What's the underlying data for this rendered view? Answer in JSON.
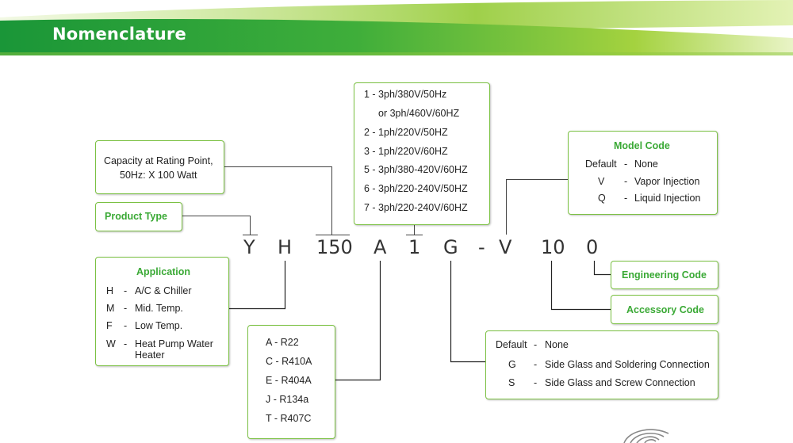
{
  "header": {
    "title": "Nomenclature"
  },
  "model_code_parts": [
    "Y",
    "H",
    "150",
    "A",
    "1",
    "G",
    "-",
    "V",
    "10",
    "0"
  ],
  "capacity": {
    "line1": "Capacity at Rating Point,",
    "line2": "50Hz: X 100 Watt"
  },
  "product_type": {
    "label": "Product Type"
  },
  "voltage": {
    "items": [
      {
        "text": "1 - 3ph/380V/50Hz"
      },
      {
        "text": "or 3ph/460V/60HZ"
      },
      {
        "text": "2 - 1ph/220V/50HZ"
      },
      {
        "text": "3 - 1ph/220V/60HZ"
      },
      {
        "text": "5 - 3ph/380-420V/60HZ"
      },
      {
        "text": "6 - 3ph/220-240V/50HZ"
      },
      {
        "text": "7 - 3ph/220-240V/60HZ"
      }
    ]
  },
  "model_code": {
    "title": "Model Code",
    "items": [
      {
        "code": "Default",
        "sep": "-",
        "desc": "None"
      },
      {
        "code": "V",
        "sep": "-",
        "desc": "Vapor Injection"
      },
      {
        "code": "Q",
        "sep": "-",
        "desc": "Liquid Injection"
      }
    ]
  },
  "application": {
    "title": "Application",
    "items": [
      {
        "code": "H",
        "sep": "-",
        "desc": "A/C & Chiller"
      },
      {
        "code": "M",
        "sep": "-",
        "desc": "Mid. Temp."
      },
      {
        "code": "F",
        "sep": "-",
        "desc": "Low Temp."
      },
      {
        "code": "W",
        "sep": "-",
        "desc": "Heat Pump Water",
        "desc2": "Heater"
      }
    ]
  },
  "refrigerant": {
    "items": [
      {
        "text": "A - R22"
      },
      {
        "text": "C - R410A"
      },
      {
        "text": "E - R404A"
      },
      {
        "text": "J - R134a"
      },
      {
        "text": "T - R407C"
      }
    ]
  },
  "engineering_code": {
    "label": "Engineering Code"
  },
  "accessory_code": {
    "label": "Accessory Code"
  },
  "connection": {
    "items": [
      {
        "code": "Default",
        "sep": "-",
        "desc": "None"
      },
      {
        "code": "G",
        "sep": "-",
        "desc": "Side Glass and Soldering Connection"
      },
      {
        "code": "S",
        "sep": "-",
        "desc": "Side Glass and Screw Connection"
      }
    ]
  },
  "colors": {
    "banner_dark": "#1f9a3a",
    "banner_light": "#b9dd3f",
    "accent_green": "#3aa935",
    "border_green": "#7bc143"
  }
}
